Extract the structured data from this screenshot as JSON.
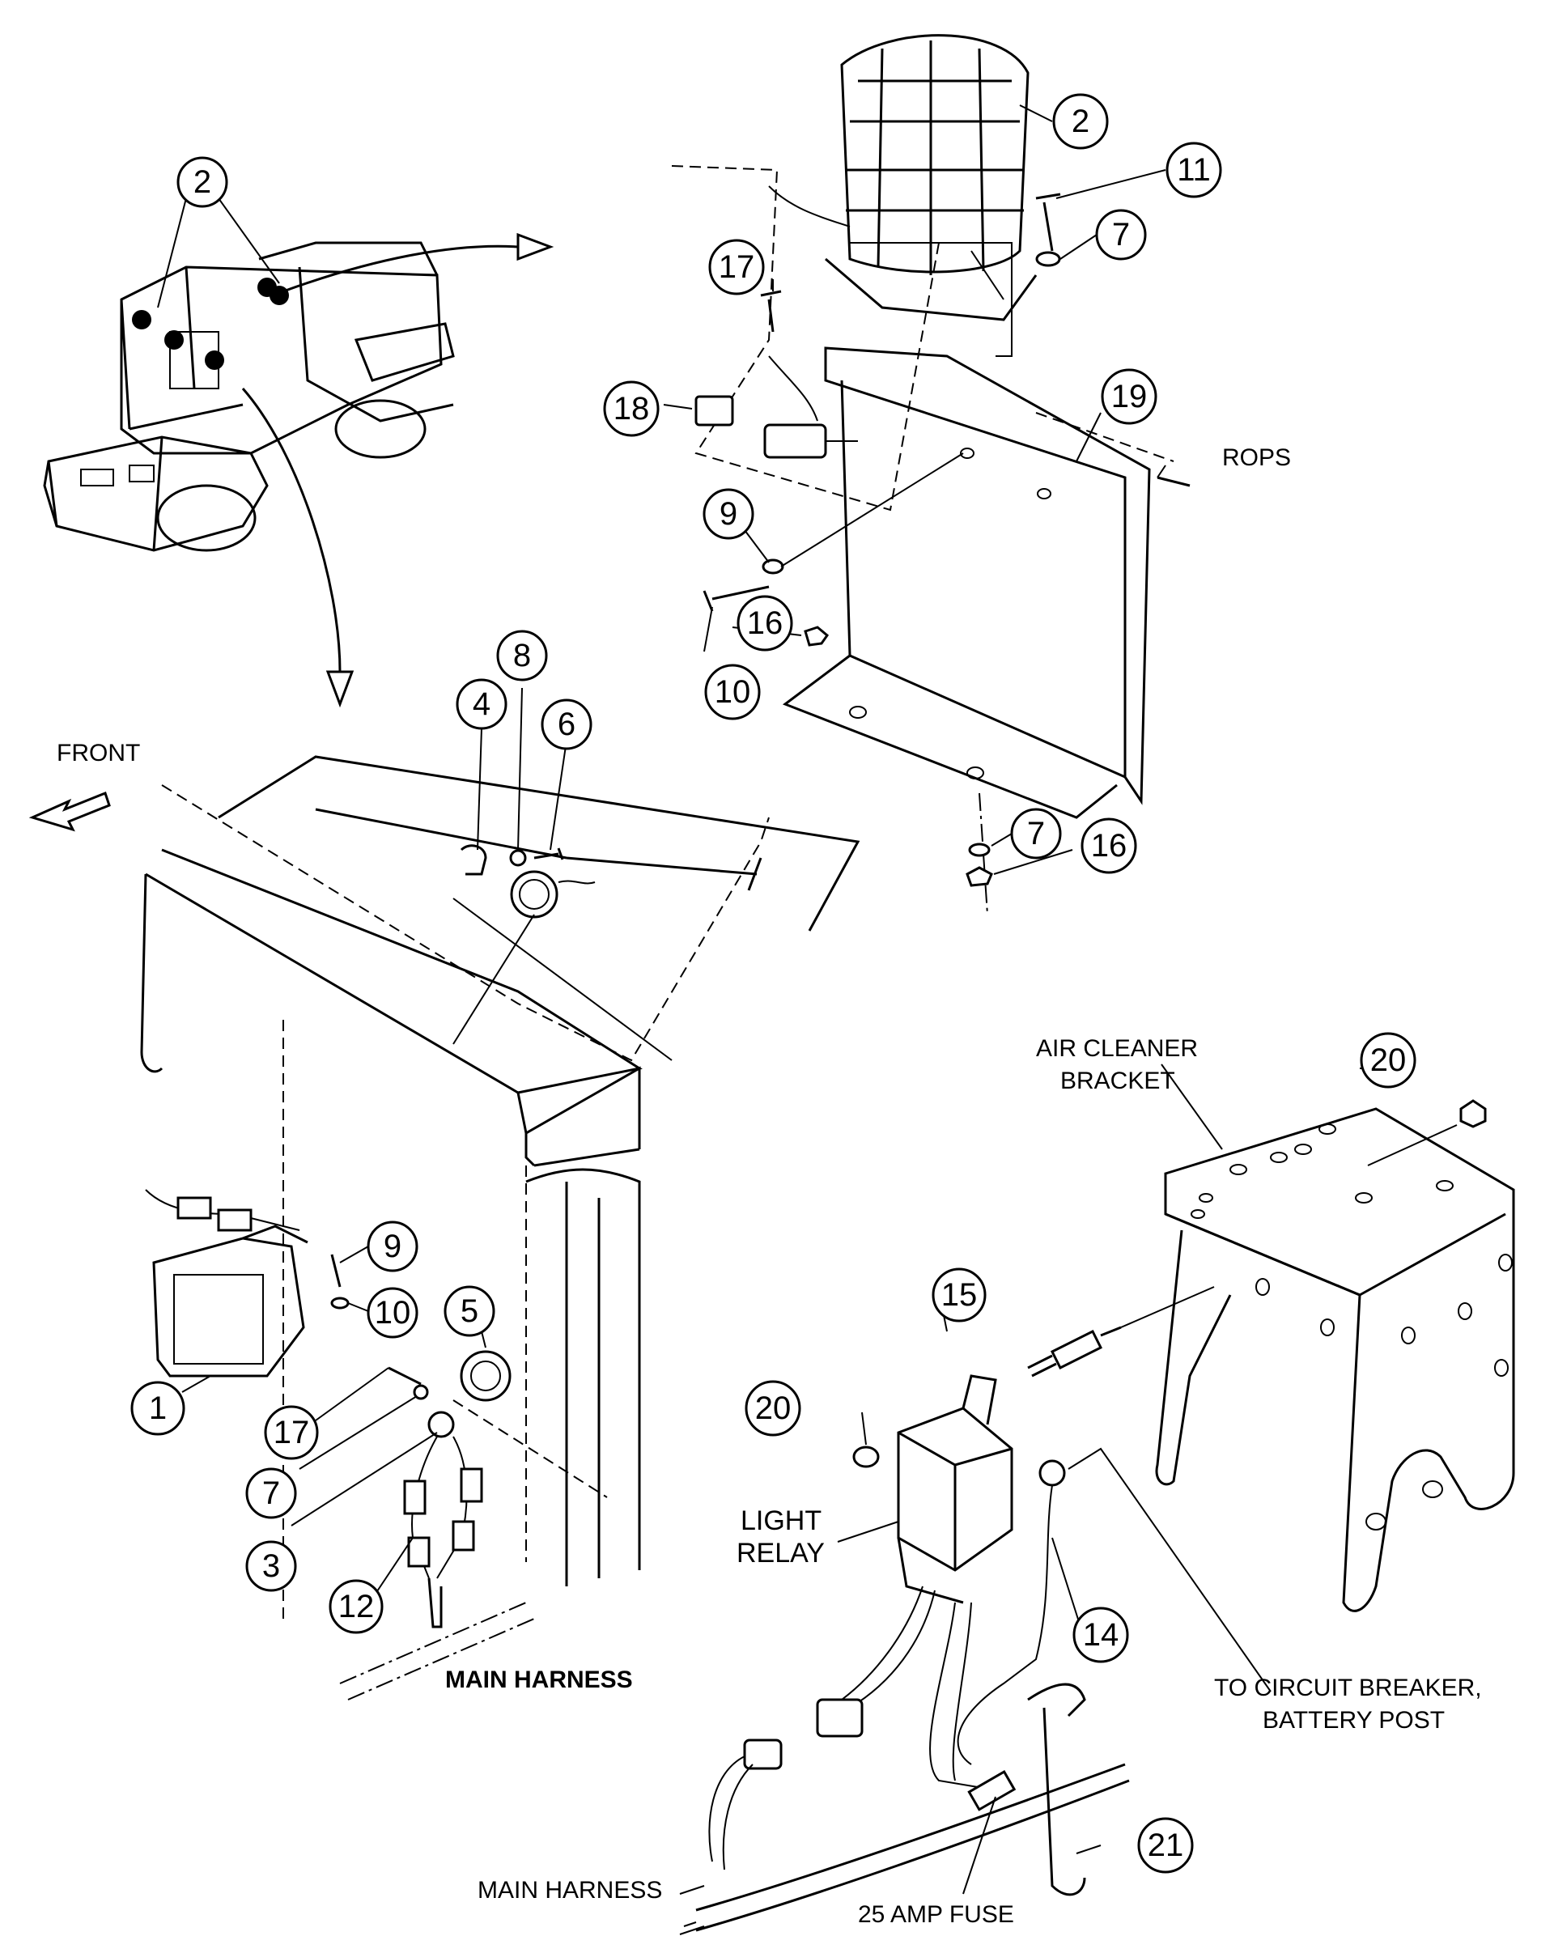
{
  "callouts": [
    {
      "id": "2-overview",
      "number": "2"
    },
    {
      "id": "2-beacon",
      "number": "2"
    },
    {
      "id": "11",
      "number": "11"
    },
    {
      "id": "7-top",
      "number": "7"
    },
    {
      "id": "17-top",
      "number": "17"
    },
    {
      "id": "18",
      "number": "18"
    },
    {
      "id": "19",
      "number": "19"
    },
    {
      "id": "9-top",
      "number": "9"
    },
    {
      "id": "16-mid",
      "number": "16"
    },
    {
      "id": "10-top",
      "number": "10"
    },
    {
      "id": "7-bottom",
      "number": "7"
    },
    {
      "id": "16-bottom",
      "number": "16"
    },
    {
      "id": "8",
      "number": "8"
    },
    {
      "id": "4",
      "number": "4"
    },
    {
      "id": "6",
      "number": "6"
    },
    {
      "id": "9-lamp",
      "number": "9"
    },
    {
      "id": "10-lamp",
      "number": "10"
    },
    {
      "id": "5",
      "number": "5"
    },
    {
      "id": "1",
      "number": "1"
    },
    {
      "id": "17-lamp",
      "number": "17"
    },
    {
      "id": "7-lamp",
      "number": "7"
    },
    {
      "id": "3",
      "number": "3"
    },
    {
      "id": "12",
      "number": "12"
    },
    {
      "id": "20-top",
      "number": "20"
    },
    {
      "id": "15",
      "number": "15"
    },
    {
      "id": "20-relay",
      "number": "20"
    },
    {
      "id": "14",
      "number": "14"
    },
    {
      "id": "21",
      "number": "21"
    }
  ],
  "labels": {
    "rops": "ROPS",
    "front": "FRONT",
    "air_cleaner_line1": "AIR CLEANER",
    "air_cleaner_line2": "BRACKET",
    "light_relay_line1": "LIGHT",
    "light_relay_line2": "RELAY",
    "main_harness_left": "MAIN HARNESS",
    "main_harness_bottom": "MAIN HARNESS",
    "circuit_breaker_line1": "TO CIRCUIT BREAKER,",
    "circuit_breaker_line2": "BATTERY POST",
    "fuse": "25 AMP FUSE"
  }
}
